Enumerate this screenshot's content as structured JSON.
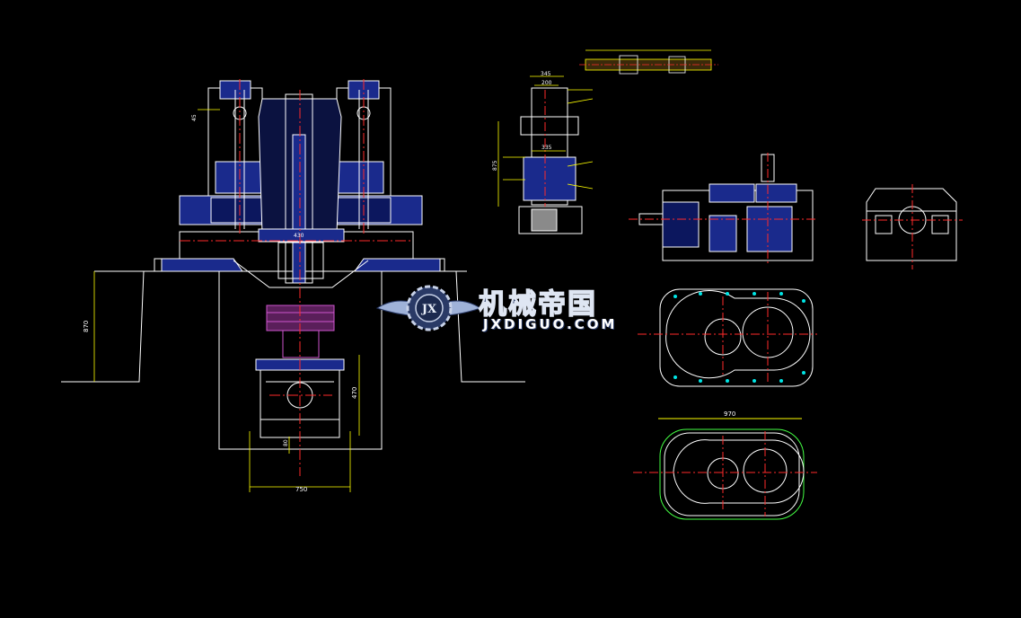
{
  "drawing": {
    "title": "",
    "background_color": "#000000",
    "colors": {
      "outline": "#ffffff",
      "centerline": "#ff2a2a",
      "dimension": "#ffff00",
      "section_fill": "#1a2a8c",
      "coupling": "#cc55cc",
      "bolt": "#00e5e5",
      "detail_line": "#44ff44"
    }
  },
  "dimensions": {
    "main_height": "870",
    "main_width_bottom": "750",
    "base_height": "470",
    "base_small": "80",
    "shaft_dia": "430",
    "angle_mark": "45",
    "shaft_top_1": "345",
    "shaft_top_2": "200",
    "shaft_mid": "335",
    "shaft_height": "875",
    "gearbox_length": "970"
  },
  "watermark": {
    "chinese": "机械帝国",
    "english": "JXDIGUO.COM",
    "emblem_letters": "JX",
    "emblem_icon": "winged-gear-icon"
  }
}
